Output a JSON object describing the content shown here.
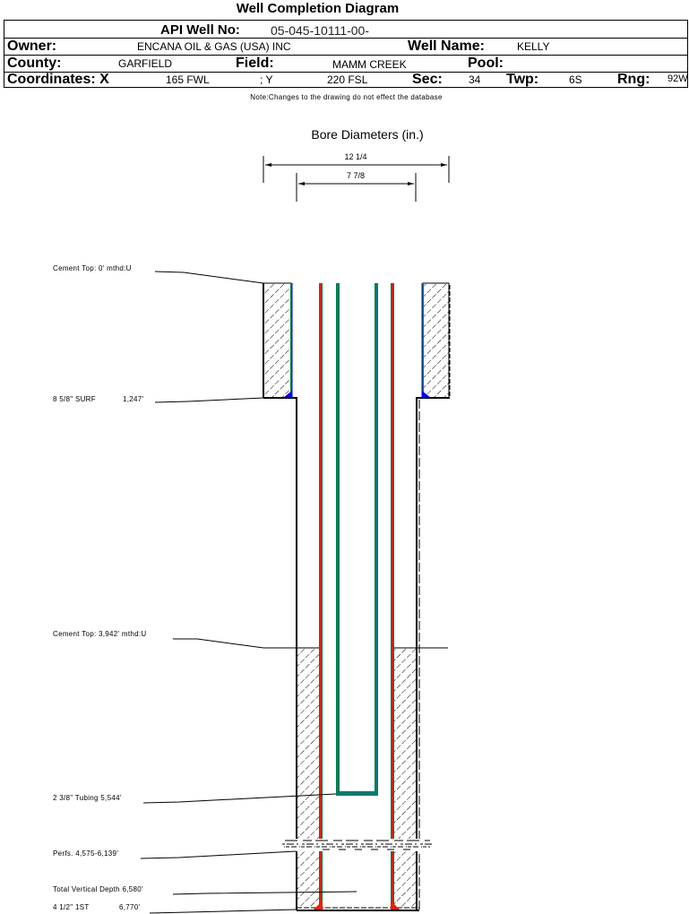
{
  "title": "Well Completion Diagram",
  "header": {
    "api_label": "API Well No:",
    "api_value": "05-045-10111-00-",
    "owner_label": "Owner:",
    "owner_value": "ENCANA OIL & GAS (USA) INC",
    "well_name_label": "Well Name:",
    "well_name_value": "KELLY",
    "county_label": "County:",
    "county_value": "GARFIELD",
    "field_label": "Field:",
    "field_value": "MAMM CREEK",
    "pool_label": "Pool:",
    "pool_value": "",
    "coords_label": "Coordinates: X",
    "x_value": "165 FWL",
    "y_label": "; Y",
    "y_value": "220 FSL",
    "sec_label": "Sec:",
    "sec_value": "34",
    "twp_label": "Twp:",
    "twp_value": "6S",
    "rng_label": "Rng:",
    "rng_value": "92W"
  },
  "note": "Note:Changes to the drawing do not effect the database",
  "diagram": {
    "bore_title": "Bore Diameters (in.)",
    "bore_diameters": [
      "12 1/4",
      "7 7/8"
    ],
    "annotations": {
      "cement_top_surface": "Cement Top: 0' mthd:U",
      "surface_casing": "8 5/8\" SURF",
      "surface_casing_depth": "1,247'",
      "cement_top_production": "Cement Top: 3,942' mthd:U",
      "tubing": "2 3/8\" Tubing 5,544'",
      "perfs": "Perfs. 4,575-6,139'",
      "tvd": "Total Vertical Depth 6,580'",
      "production_casing": "4 1/2\" 1ST",
      "production_casing_depth": "6,770'"
    },
    "colors": {
      "production_casing": "#e8200a",
      "casing_edge": "#008040",
      "tubing": "#008040",
      "tubing_center": "#007a7a",
      "surface_casing": "#0000ff",
      "cement_hatch": "#000000"
    }
  }
}
